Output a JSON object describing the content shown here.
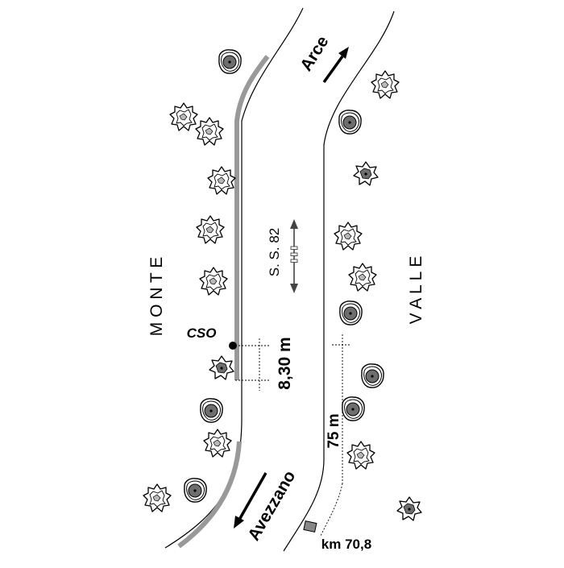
{
  "labels": {
    "side_left": "M O N T E",
    "side_right": "V A L L E",
    "road_name": "S. S. 82",
    "dir_north": "Arce",
    "dir_south": "Avezzano",
    "station": "CSO",
    "offset_distance": "8,30 m",
    "along_distance": "75 m",
    "kilometer_marker": "km 70,8"
  },
  "colors": {
    "ink": "#000000",
    "guardrail": "#999999",
    "tree_fill": "#6e6e6e",
    "bush_fill": "#b8b8b8",
    "marker_fill": "#888888"
  },
  "icons": {
    "round_tree": "round-tree-icon",
    "bush": "bush-icon",
    "double_arrow": "double-arrow-icon"
  }
}
